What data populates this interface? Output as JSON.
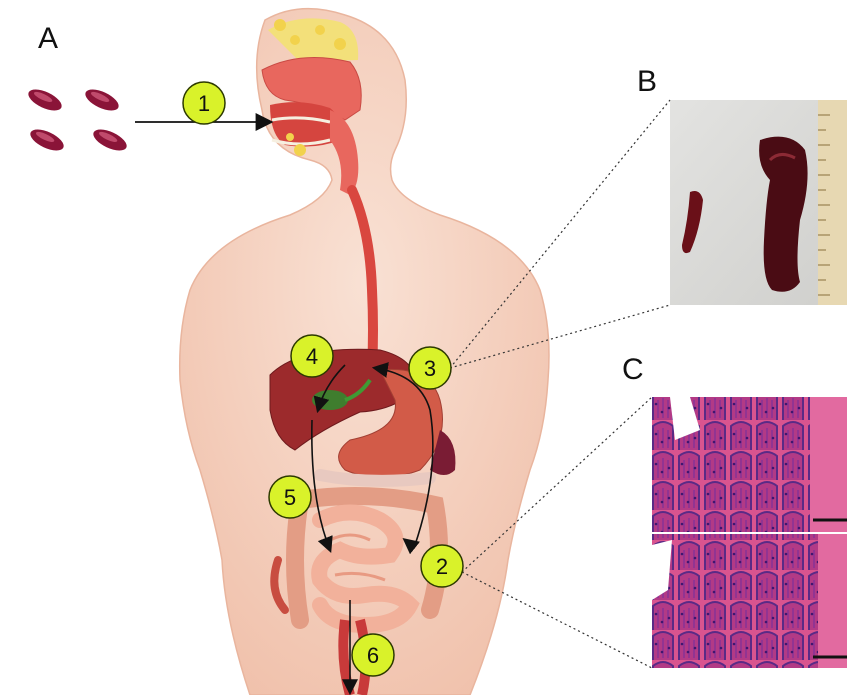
{
  "panels": {
    "a": "A",
    "b": "B",
    "c": "C"
  },
  "steps": [
    "1",
    "2",
    "3",
    "4",
    "5",
    "6"
  ],
  "colors": {
    "step_badge_fill": "#d9f22a",
    "step_badge_stroke": "#2d3a00",
    "skin": "#f6d3c2",
    "bacteria": "#8a1438",
    "spleen_large": "#4a0c14",
    "histology_pink": "#d9548f",
    "histology_purple": "#5a2a86"
  },
  "icons": {
    "bacteria": "bacterium-icon",
    "spleen_photo": "spleen-photo",
    "histology": "histology-micrograph"
  }
}
